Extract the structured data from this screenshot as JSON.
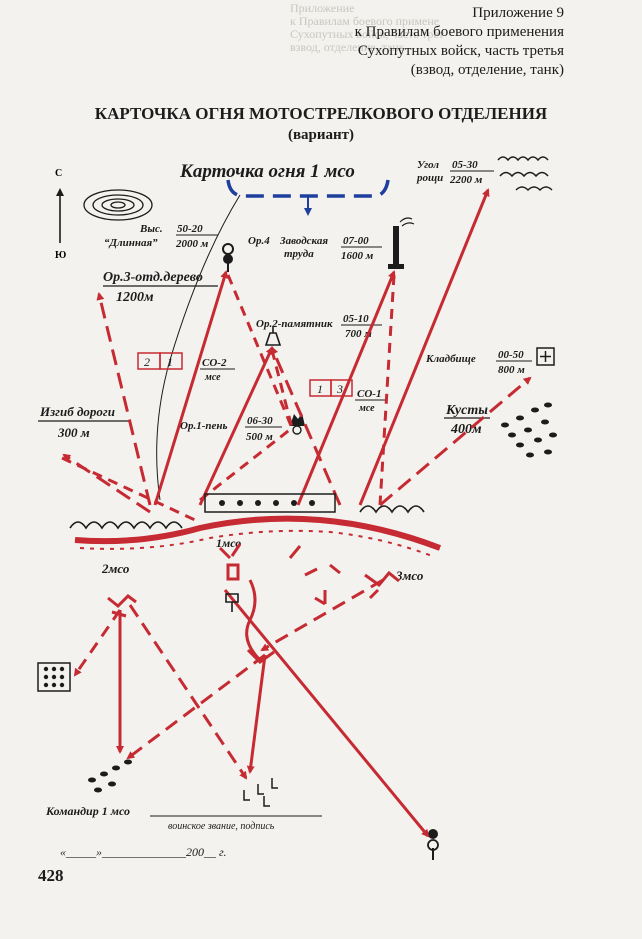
{
  "header": {
    "line1": "Приложение 9",
    "line2": "к Правилам боевого применения",
    "line3": "Сухопутных войск, часть третья",
    "line4": "(взвод, отделение, танк)"
  },
  "title": {
    "main": "КАРТОЧКА ОГНЯ МОТОСТРЕЛКОВОГО ОТДЕЛЕНИЯ",
    "sub": "(вариант)"
  },
  "ghost_text": {
    "g1": "Приложение",
    "g2": "к Правилам боевого примене",
    "g3": "Сухопутных войск, часть трет",
    "g4": "взвод, отделение, танк"
  },
  "map": {
    "card_title": "Карточка огня 1 мсо",
    "north": "С",
    "south": "Ю",
    "hill_name": "Выс.",
    "hill_quote": "“Длинная”",
    "hill_angle": "50-20",
    "hill_range": "2000 м",
    "lm4_name": "Ор.4",
    "lm4_label1": "Заводская",
    "lm4_label2": "труда",
    "lm4_angle": "07-00",
    "lm4_range": "1600 м",
    "grove_label1": "Угол",
    "grove_label2": "рощи",
    "grove_angle": "05-30",
    "grove_range": "2200 м",
    "lm3_name": "Ор.3-отд.дерево",
    "lm3_range": "1200м",
    "lm2_name": "Ор.2-памятник",
    "lm2_angle": "05-10",
    "lm2_range": "700 м",
    "sector2_a": "СО-2",
    "sector2_b": "мсе",
    "box_a1": "2",
    "box_a2": "1",
    "box_b1": "1",
    "box_b2": "3",
    "sector1_a": "СО-1",
    "sector1_b": "мсе",
    "cemetery": "Кладбище",
    "cemetery_angle": "00-50",
    "cemetery_range": "800 м",
    "road_bend": "Изгиб дороги",
    "road_range": "300 м",
    "lm1_name": "Ор.1-пень",
    "lm1_angle": "06-30",
    "lm1_range": "500 м",
    "bushes": "Кусты",
    "bushes_range": "400м",
    "sq1": "1мсо",
    "sq2": "2мсо",
    "sq3": "3мсо"
  },
  "footer": {
    "commander": "Командир 1 мсо",
    "rank_caption": "воинское звание, подпись",
    "date_line": "«_____»______________200__ г.",
    "page_number": "428"
  },
  "colors": {
    "red": "#c62a32",
    "blue": "#1f3f9e",
    "ink": "#1c1c1c"
  }
}
